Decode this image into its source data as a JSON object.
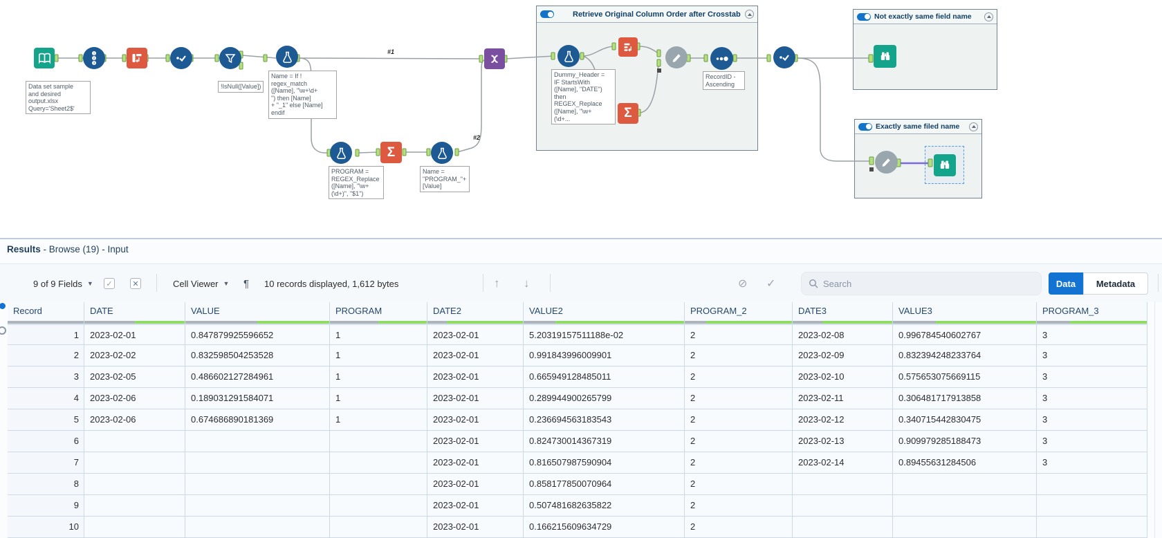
{
  "canvas": {
    "wire_labels": {
      "one": "#1",
      "two": "#2"
    },
    "containers": {
      "crosstab_box": "Retrieve Original Column Order after Crosstab",
      "not_exact_box": "Not exactly same field name",
      "exact_box": "Exactly same filed name"
    },
    "annotations": {
      "input_note": "Data set sample\nand desired\noutput.xlsx\nQuery='Sheet2$'",
      "filter_note": "!IsNull([Value])",
      "formula1_note": "Name = If !\nregex_match\n([Name], \"\\w+\\d+\n\") then [Name]\n+ \"_1\" else [Name]\nendif",
      "formula2_note": "PROGRAM =\nREGEX_Replace\n([Name], \"\\w+\n(\\d+)\", \"$1\")",
      "formula3_note": "Name =\n\"PROGRAM_\"+\n[Value]",
      "dummy_header_note": "Dummy_Header =\nIF StartsWith\n([Name], \"DATE\")\nthen\nREGEX_Replace\n([Name], \"\\w+\n(\\d+...",
      "sort_note": "RecordID -\nAscending"
    }
  },
  "results": {
    "title_bold": "Results",
    "title_rest": " - Browse (19) - Input",
    "toolbar": {
      "fields_label": "9 of 9 Fields",
      "cell_viewer_label": "Cell Viewer",
      "records_label": "10 records displayed, 1,612 bytes",
      "search_placeholder": "Search",
      "data_label": "Data",
      "metadata_label": "Metadata",
      "pilcrow": "¶"
    },
    "table": {
      "columns": [
        "Record",
        "DATE",
        "VALUE",
        "PROGRAM",
        "DATE2",
        "VALUE2",
        "PROGRAM_2",
        "DATE3",
        "VALUE3",
        "PROGRAM_3"
      ],
      "column_fill": [
        0,
        0.5,
        0.5,
        0.5,
        0.8,
        0.8,
        0.8,
        0.7,
        0.7,
        0.7
      ],
      "rows": [
        [
          "1",
          "2023-02-01",
          "0.847879925596652",
          "1",
          "2023-02-01",
          "5.20319157511188e-02",
          "2",
          "2023-02-08",
          "0.996784540602767",
          "3"
        ],
        [
          "2",
          "2023-02-02",
          "0.832598504253528",
          "1",
          "2023-02-01",
          "0.991843996009901",
          "2",
          "2023-02-09",
          "0.832394248233764",
          "3"
        ],
        [
          "3",
          "2023-02-05",
          "0.486602127284961",
          "1",
          "2023-02-01",
          "0.665949128485011",
          "2",
          "2023-02-10",
          "0.575653075669115",
          "3"
        ],
        [
          "4",
          "2023-02-06",
          "0.189031291584071",
          "1",
          "2023-02-01",
          "0.289944900265799",
          "2",
          "2023-02-11",
          "0.306481717913858",
          "3"
        ],
        [
          "5",
          "2023-02-06",
          "0.674686890181369",
          "1",
          "2023-02-01",
          "0.236694563183543",
          "2",
          "2023-02-12",
          "0.340715442830475",
          "3"
        ],
        [
          "6",
          "",
          "",
          "",
          "2023-02-01",
          "0.824730014367319",
          "2",
          "2023-02-13",
          "0.909979285188473",
          "3"
        ],
        [
          "7",
          "",
          "",
          "",
          "2023-02-01",
          "0.816507987590904",
          "2",
          "2023-02-14",
          "0.89455631284506",
          "3"
        ],
        [
          "8",
          "",
          "",
          "",
          "2023-02-01",
          "0.858177850070964",
          "2",
          "",
          "",
          ""
        ],
        [
          "9",
          "",
          "",
          "",
          "2023-02-01",
          "0.507481682635822",
          "2",
          "",
          "",
          ""
        ],
        [
          "10",
          "",
          "",
          "",
          "2023-02-01",
          "0.166215609634729",
          "2",
          "",
          "",
          ""
        ]
      ]
    }
  }
}
